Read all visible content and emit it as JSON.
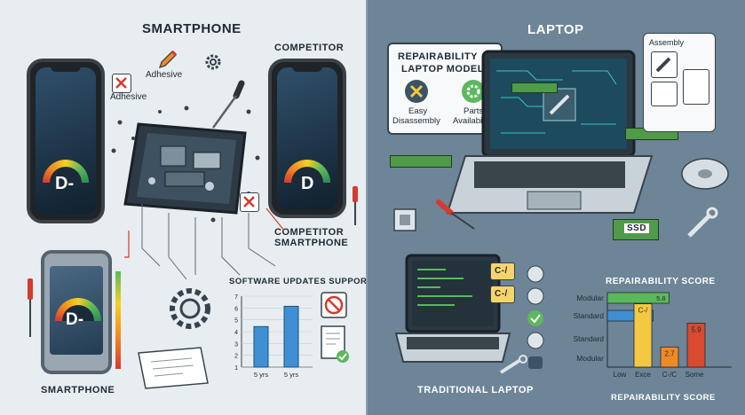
{
  "left": {
    "title": "SMARTPHONE",
    "competitor_top": "COMPETITOR",
    "adhesive_1": "Adhesive",
    "adhesive_2": "Adhesive",
    "competitor_bottom_line1": "COMPETITOR",
    "competitor_bottom_line2": "SMARTPHONE",
    "grade_main": "D-",
    "grade_competitor": "D",
    "grade_bottom": "D-",
    "bottom_label": "SMARTPHONE",
    "software_title": "SOFTWARE UPDATES SUPPORT",
    "software_chart": {
      "type": "bar",
      "yticks": [
        "7",
        "6",
        "5",
        "4",
        "3",
        "2",
        "1"
      ],
      "categories": [
        "5 yrs",
        "5 yrs"
      ],
      "values": [
        4,
        6
      ]
    }
  },
  "right": {
    "title": "LAPTOP",
    "repair_box_line1": "REPAIRABILITY",
    "repair_box_line2": "LAPTOP MODEL",
    "easy_line1": "Easy",
    "easy_line2": "Disassembly",
    "parts_line1": "Parts",
    "parts_line2": "Availability",
    "assembly_label": "Assembly",
    "ssd_label": "SSD",
    "traditional_label": "TRADITIONAL LAPTOP",
    "score_title": "REPAIRABILITY SCORE",
    "score_xtitle": "REPAIRABILITY SCORE",
    "chip_1": "C-/",
    "chip_2": "C-/",
    "score_chart": {
      "type": "bar",
      "rows": [
        "Modular",
        "Standard",
        "Standard",
        "Modular"
      ],
      "categories": [
        "Low",
        "Exce",
        "C-/C",
        "Some"
      ],
      "bars": [
        {
          "label": "5.8",
          "color": "#5cb85c",
          "orientation": "horizontal",
          "value": 5.8
        },
        {
          "label": "4.3",
          "color": "#3f8fd4",
          "orientation": "horizontal",
          "value": 4.3
        },
        {
          "label": "C-/",
          "color": "#f5c842",
          "orientation": "vertical",
          "value": 8.5
        },
        {
          "label": "2.7",
          "color": "#f08a24",
          "orientation": "vertical",
          "value": 2.7
        },
        {
          "label": "5.9",
          "color": "#d94a2f",
          "orientation": "vertical",
          "value": 5.9
        }
      ]
    }
  },
  "colors": {
    "left_bg": "#e7edf0",
    "right_bg": "#6d8597",
    "accent_red": "#d63a2f",
    "accent_orange": "#f08a24",
    "accent_green": "#5cb85c",
    "accent_blue": "#3f8fd4",
    "accent_yellow": "#f5c842"
  }
}
